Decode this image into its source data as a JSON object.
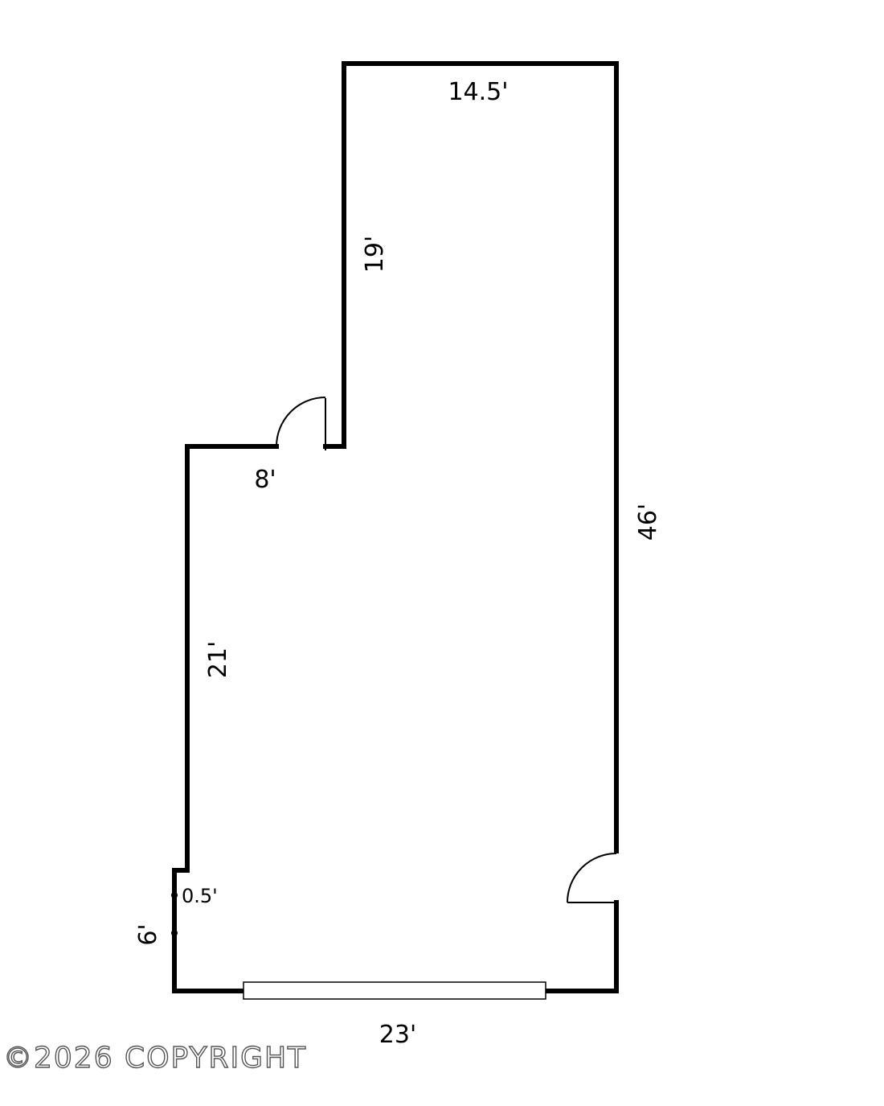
{
  "floor_plan": {
    "dimensions": {
      "top_wall": "14.5'",
      "upper_left_wall": "19'",
      "ledge_wall": "8'",
      "right_wall": "46'",
      "lower_left_wall": "21'",
      "jog": "0.5'",
      "bottom_left_wall": "6'",
      "bottom_wall": "23'"
    },
    "colors": {
      "wall": "#000000",
      "background": "#ffffff",
      "watermark_outline": "#555555"
    }
  },
  "watermark": {
    "text": "©2026 COPYRIGHT"
  }
}
